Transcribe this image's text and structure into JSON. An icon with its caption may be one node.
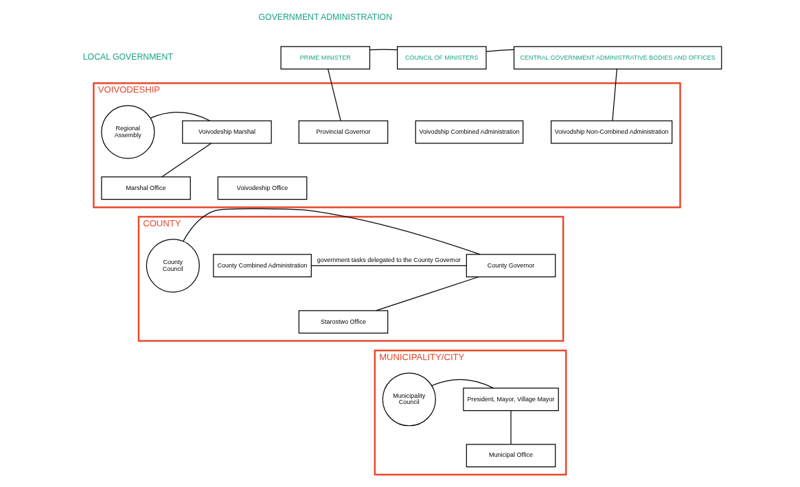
{
  "diagram": {
    "nodes": [
      {
        "text": [
          "PRIME MINISTER"
        ]
      },
      {
        "text": [
          "COUNCIL OF MINISTERS"
        ]
      },
      {
        "text": [
          "CENTRAL GOVERNMENT ADMINISTRATIVE BODIES AND OFFICES"
        ]
      },
      {
        "text": [
          "VOIVODESHIP"
        ]
      },
      {
        "text": [
          "Regional Assembly"
        ],
        "in": 3
      },
      {
        "text": [
          "Voivodeship Marshal"
        ],
        "in": 3
      },
      {
        "text": [
          "Marshal Office"
        ],
        "in": 3
      },
      {
        "text": [
          "Provincial Governor"
        ],
        "in": 3
      },
      {
        "text": [
          "Voivodeship Office"
        ],
        "in": 3
      },
      {
        "text": [
          "Voivodship Combined Administration"
        ],
        "in": 3
      },
      {
        "text": [
          "Voivodship Non-Combined Administration"
        ],
        "in": 3
      },
      {
        "text": [
          "COUNTY"
        ]
      },
      {
        "text": [
          "County Council"
        ],
        "in": 11
      },
      {
        "text": [
          "County Governor"
        ],
        "in": 11
      },
      {
        "text": [
          "Starostwo Office"
        ],
        "in": 11
      },
      {
        "text": [
          "County Combined Administration"
        ],
        "in": 11
      },
      {
        "text": [
          "MUNICIPALITY/CITY"
        ]
      },
      {
        "text": [
          "Municipality Council"
        ],
        "in": 16
      },
      {
        "text": [
          "President, Mayor, Village Mayor"
        ],
        "in": 16
      },
      {
        "text": [
          "Municipal Office"
        ],
        "in": 16
      }
    ],
    "edges": [
      {
        "from": 0,
        "to": 1,
        "arrow": "none"
      },
      {
        "from": 1,
        "to": 2,
        "arrow": "none"
      },
      {
        "from": 0,
        "to": 7,
        "arrow": "none"
      },
      {
        "from": 2,
        "to": 10,
        "arrow": "none"
      },
      {
        "from": 4,
        "to": 5,
        "arrow": "none"
      },
      {
        "from": 5,
        "to": 6,
        "arrow": "none"
      },
      {
        "from": 12,
        "to": 13,
        "arrow": "none"
      },
      {
        "from": 13,
        "to": 14,
        "arrow": "none"
      },
      {
        "from": 13,
        "to": 15,
        "arrow": "none",
        "label": "government tasks delegated to the County Governor"
      },
      {
        "from": 17,
        "to": 18,
        "arrow": "none"
      },
      {
        "from": 18,
        "to": 19,
        "arrow": "none"
      }
    ],
    "labels": [
      "GOVERNMENT ADMINISTRATION",
      "LOCAL GOVERNMENT"
    ]
  }
}
